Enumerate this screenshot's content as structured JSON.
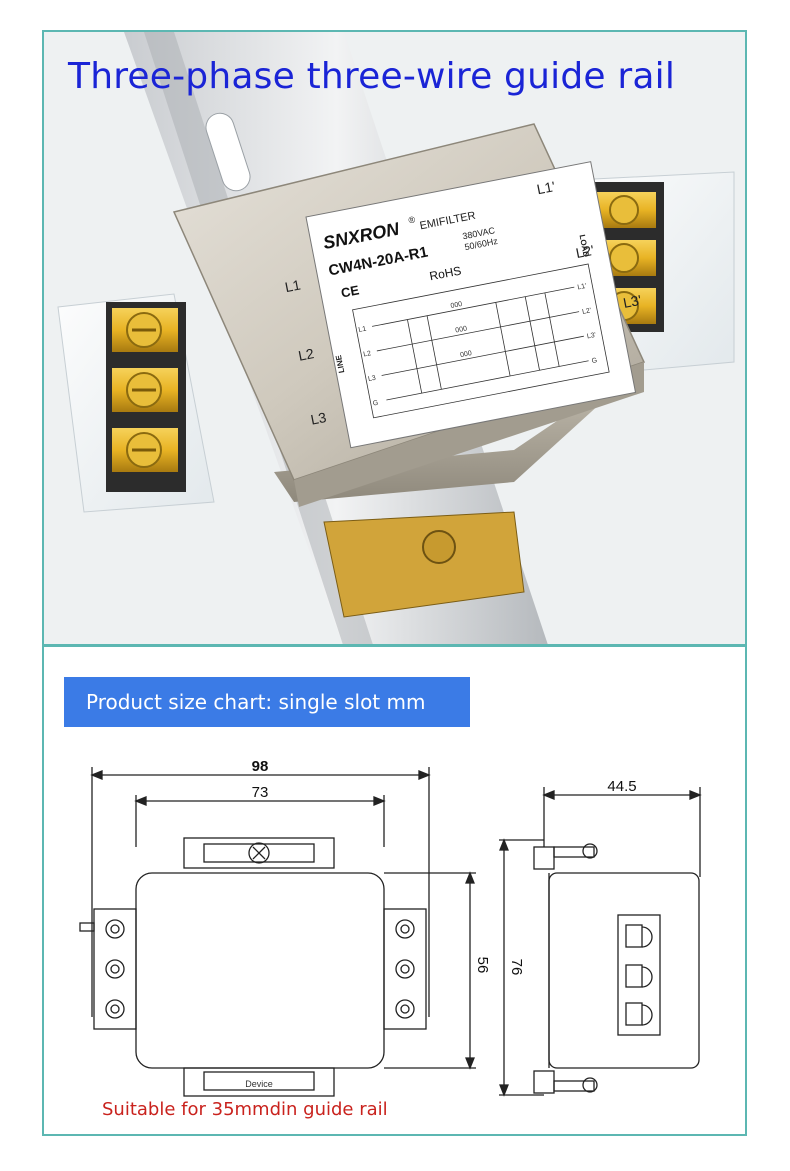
{
  "header": {
    "title": "Three-phase three-wire guide rail"
  },
  "product": {
    "brand": "SNXRON",
    "registered_mark": "®",
    "type_label": "EMIFILTER",
    "model": "CW4N-20A-R1",
    "voltage": "380VAC",
    "frequency": "50/60Hz",
    "ce_mark": "CE",
    "rohs": "RoHS",
    "line_label": "LINE",
    "load_label": "LOAD",
    "line_terminals": [
      "L1",
      "L2",
      "L3"
    ],
    "load_terminals": [
      "L1'",
      "L2'",
      "L3'"
    ],
    "schematic_inputs": [
      "L1",
      "L2",
      "L3",
      "G"
    ],
    "schematic_outputs": [
      "L1'",
      "L2'",
      "L3'",
      "G"
    ],
    "choke_label": "000"
  },
  "size_chart": {
    "banner": "Product size chart: single slot mm",
    "dim_overall_width": "98",
    "dim_body_width": "73",
    "dim_body_height": "56",
    "dim_overall_height": "76",
    "dim_depth": "44.5",
    "clip_label": "Device",
    "note": "Suitable for 35mmdin guide rail"
  },
  "colors": {
    "panel_border": "#5cb7b2",
    "title_text": "#1a24d6",
    "banner_bg": "#3b7be6",
    "note_text": "#c9221d",
    "terminal_brass": "#e8b324",
    "line_drawing": "#222222"
  }
}
